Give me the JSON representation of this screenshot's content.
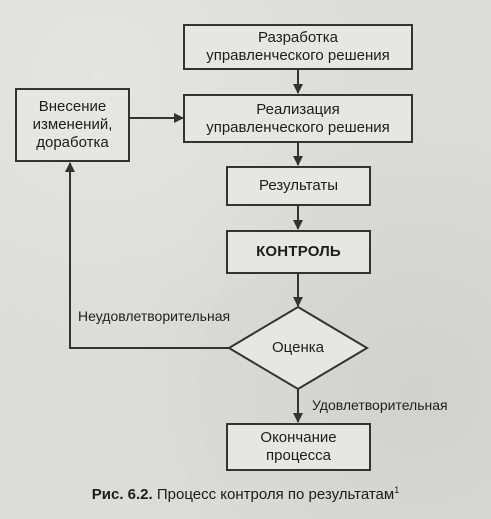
{
  "diagram": {
    "nodes": {
      "development": "Разработка\nуправленческого решения",
      "implementation": "Реализация\nуправленческого решения",
      "changes": "Внесение\nизменений,\nдоработка",
      "results": "Результаты",
      "control": "КОНТРОЛЬ",
      "evaluation": "Оценка",
      "end": "Окончание\nпроцесса"
    },
    "edges": {
      "unsatisfactory": "Неудовлетворительная",
      "satisfactory": "Удовлетворительная"
    },
    "caption": {
      "number": "Рис. 6.2.",
      "text": "Процесс контроля по результатам",
      "footnote": "1"
    }
  }
}
